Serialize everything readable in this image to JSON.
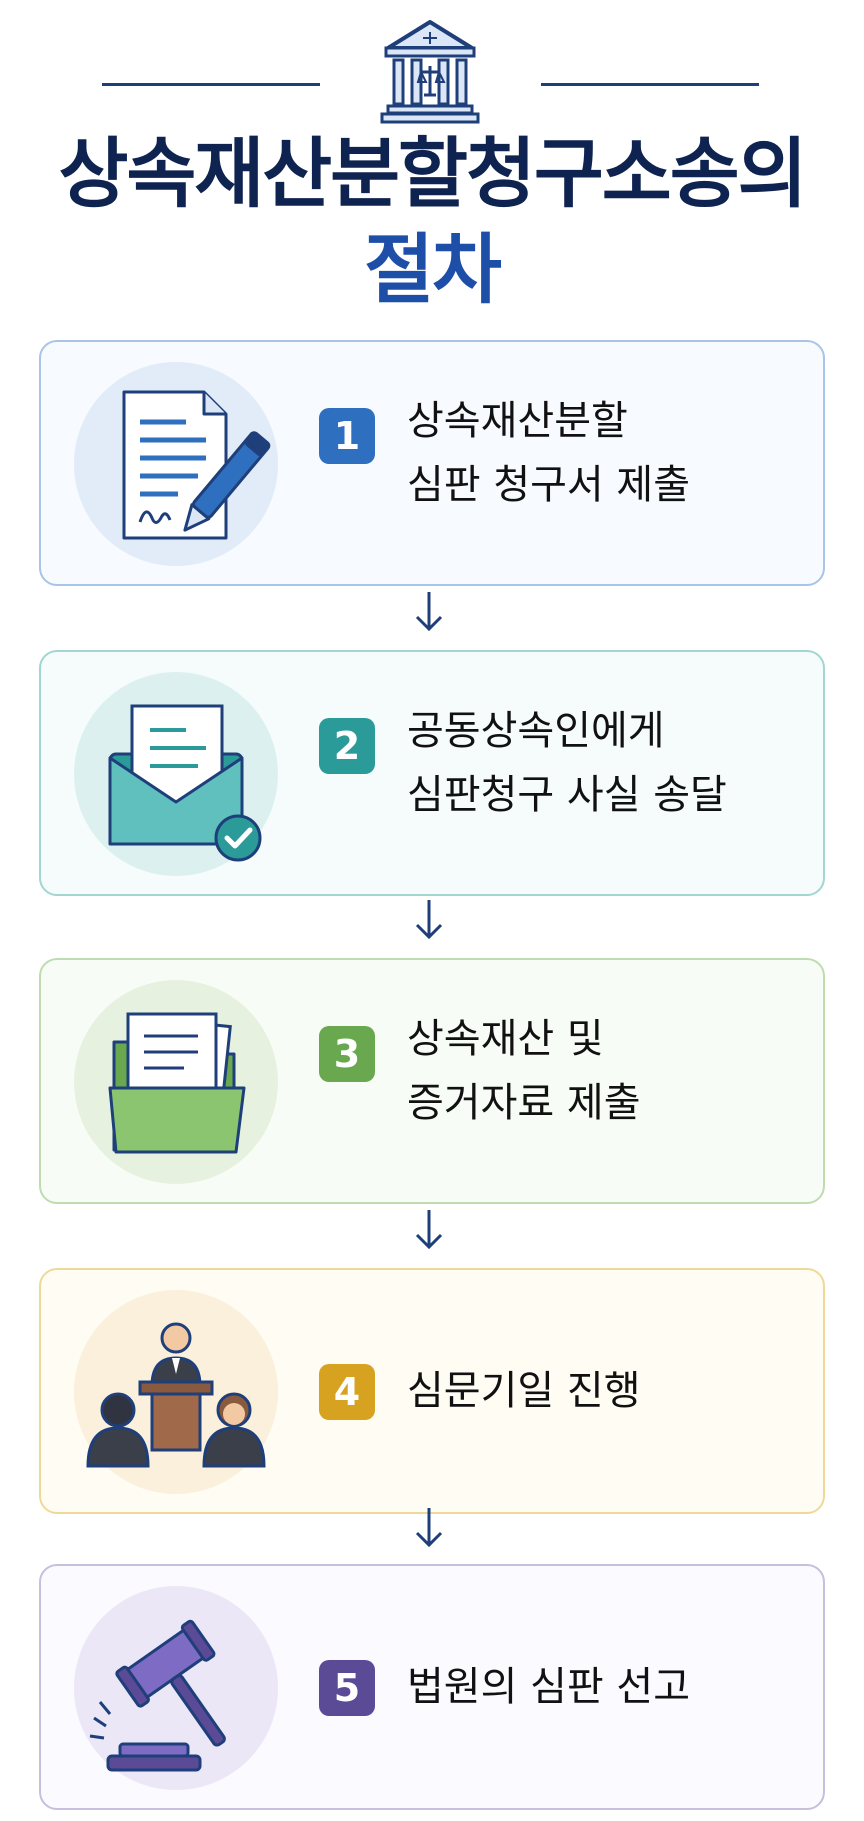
{
  "title": {
    "line1": "상속재산분할청구소송의",
    "line2": "절차"
  },
  "steps": [
    {
      "number": "1",
      "line1": "상속재산분할",
      "line2": "심판 청구서 제출",
      "icon": "document-signing-icon",
      "accent": "#2f6fbf",
      "border": "#a9c4e6",
      "circle": "#e1ecf8",
      "bg": "#f7faff"
    },
    {
      "number": "2",
      "line1": "공동상속인에게",
      "line2": "심판청구 사실 송달",
      "icon": "envelope-check-icon",
      "accent": "#2a9b98",
      "border": "#a2d6d3",
      "circle": "#dcf1ef",
      "bg": "#f6fcfb"
    },
    {
      "number": "3",
      "line1": "상속재산 및",
      "line2": "증거자료 제출",
      "icon": "folder-documents-icon",
      "accent": "#69a84f",
      "border": "#bfdcb0",
      "circle": "#e6f2df",
      "bg": "#f8fcf6"
    },
    {
      "number": "4",
      "line1": "심문기일 진행",
      "line2": "",
      "icon": "hearing-courtroom-icon",
      "accent": "#d7a21f",
      "border": "#efd99a",
      "circle": "#fbf0dc",
      "bg": "#fffcf4"
    },
    {
      "number": "5",
      "line1": "법원의 심판 선고",
      "line2": "",
      "icon": "gavel-icon",
      "accent": "#5b4b97",
      "border": "#c6bfe0",
      "circle": "#ebe7f7",
      "bg": "#fbfaff"
    }
  ]
}
